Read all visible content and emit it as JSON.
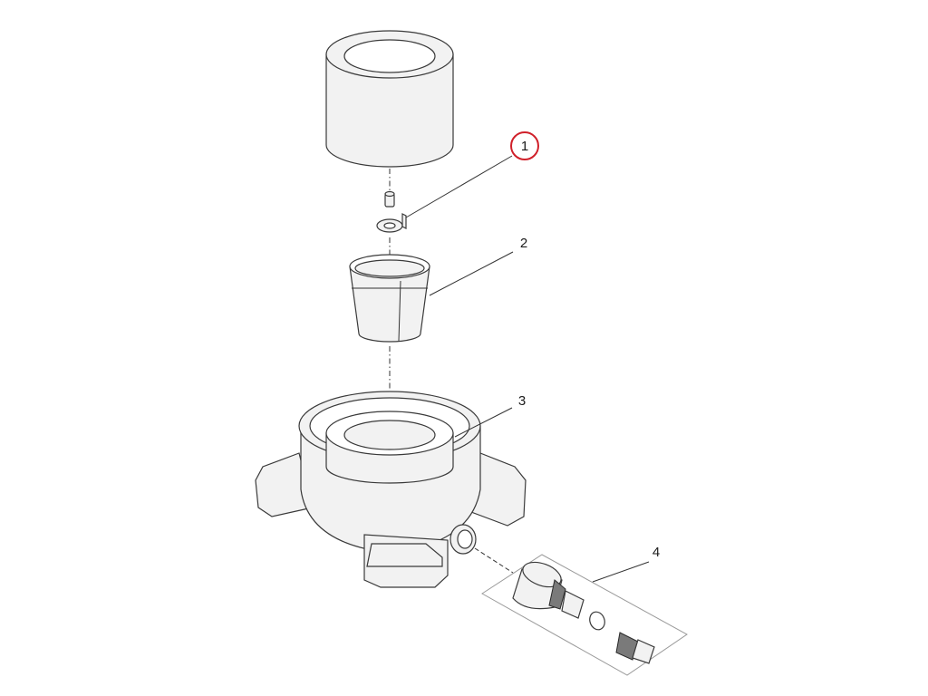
{
  "callouts": [
    {
      "id": "1",
      "label": "1",
      "highlighted": true
    },
    {
      "id": "2",
      "label": "2",
      "highlighted": false
    },
    {
      "id": "3",
      "label": "3",
      "highlighted": false
    },
    {
      "id": "4",
      "label": "4",
      "highlighted": false
    }
  ],
  "colors": {
    "highlight_ring": "#d0202a",
    "line": "#3a3a3a",
    "part_fill": "#f2f2f2"
  }
}
